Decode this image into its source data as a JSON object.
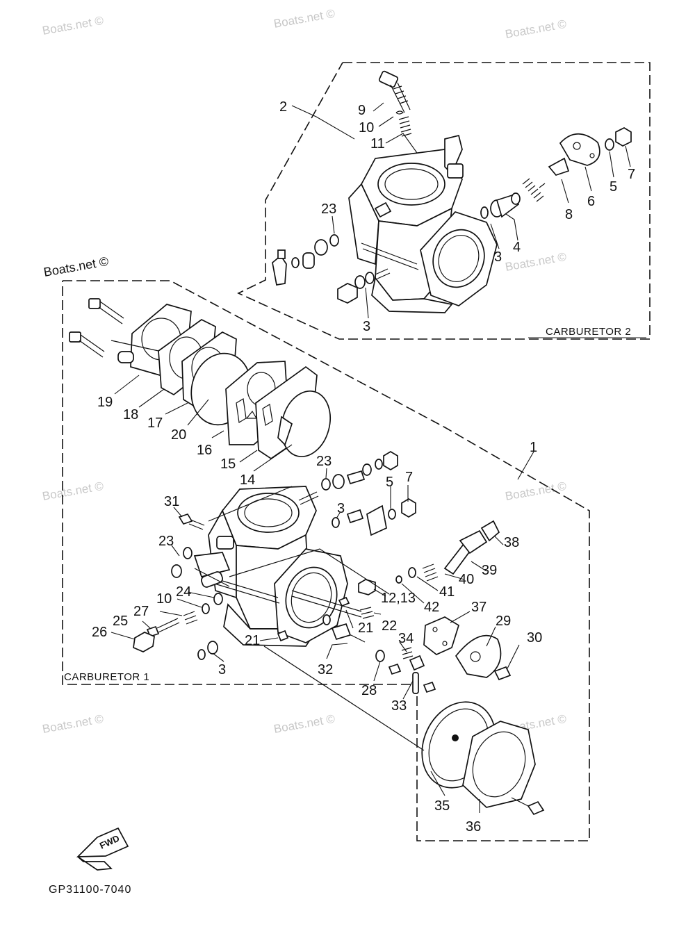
{
  "watermark": "Boats.net ©",
  "boxes": {
    "carb1_label": "CARBURETOR 1",
    "carb2_label": "CARBURETOR 2"
  },
  "fwd_label": "FWD",
  "diagram_code": "GP31100-7040",
  "callouts": [
    {
      "id": "c2-2",
      "text": "2"
    },
    {
      "id": "c2-9",
      "text": "9"
    },
    {
      "id": "c2-10",
      "text": "10"
    },
    {
      "id": "c2-11",
      "text": "11"
    },
    {
      "id": "c2-7",
      "text": "7"
    },
    {
      "id": "c2-5",
      "text": "5"
    },
    {
      "id": "c2-6",
      "text": "6"
    },
    {
      "id": "c2-8",
      "text": "8"
    },
    {
      "id": "c2-4",
      "text": "4"
    },
    {
      "id": "c2-3a",
      "text": "3"
    },
    {
      "id": "c2-23",
      "text": "23"
    },
    {
      "id": "c2-3b",
      "text": "3"
    },
    {
      "id": "c1-19",
      "text": "19"
    },
    {
      "id": "c1-18",
      "text": "18"
    },
    {
      "id": "c1-17",
      "text": "17"
    },
    {
      "id": "c1-20",
      "text": "20"
    },
    {
      "id": "c1-16",
      "text": "16"
    },
    {
      "id": "c1-15",
      "text": "15"
    },
    {
      "id": "c1-14",
      "text": "14"
    },
    {
      "id": "c1-1",
      "text": "1"
    },
    {
      "id": "c1-23a",
      "text": "23"
    },
    {
      "id": "c1-5",
      "text": "5"
    },
    {
      "id": "c1-7",
      "text": "7"
    },
    {
      "id": "c1-3a",
      "text": "3"
    },
    {
      "id": "c1-31",
      "text": "31"
    },
    {
      "id": "c1-23b",
      "text": "23"
    },
    {
      "id": "c1-38",
      "text": "38"
    },
    {
      "id": "c1-39",
      "text": "39"
    },
    {
      "id": "c1-40",
      "text": "40"
    },
    {
      "id": "c1-41",
      "text": "41"
    },
    {
      "id": "c1-42",
      "text": "42"
    },
    {
      "id": "c1-1213",
      "text": "12,13"
    },
    {
      "id": "c1-24",
      "text": "24"
    },
    {
      "id": "c1-10",
      "text": "10"
    },
    {
      "id": "c1-27",
      "text": "27"
    },
    {
      "id": "c1-25",
      "text": "25"
    },
    {
      "id": "c1-26",
      "text": "26"
    },
    {
      "id": "c1-22",
      "text": "22"
    },
    {
      "id": "c1-21a",
      "text": "21"
    },
    {
      "id": "c1-21b",
      "text": "21"
    },
    {
      "id": "c1-37",
      "text": "37"
    },
    {
      "id": "c1-29",
      "text": "29"
    },
    {
      "id": "c1-30",
      "text": "30"
    },
    {
      "id": "c1-34",
      "text": "34"
    },
    {
      "id": "c1-3b",
      "text": "3"
    },
    {
      "id": "c1-32",
      "text": "32"
    },
    {
      "id": "c1-28",
      "text": "28"
    },
    {
      "id": "c1-33",
      "text": "33"
    },
    {
      "id": "c1-35",
      "text": "35"
    },
    {
      "id": "c1-36",
      "text": "36"
    }
  ]
}
